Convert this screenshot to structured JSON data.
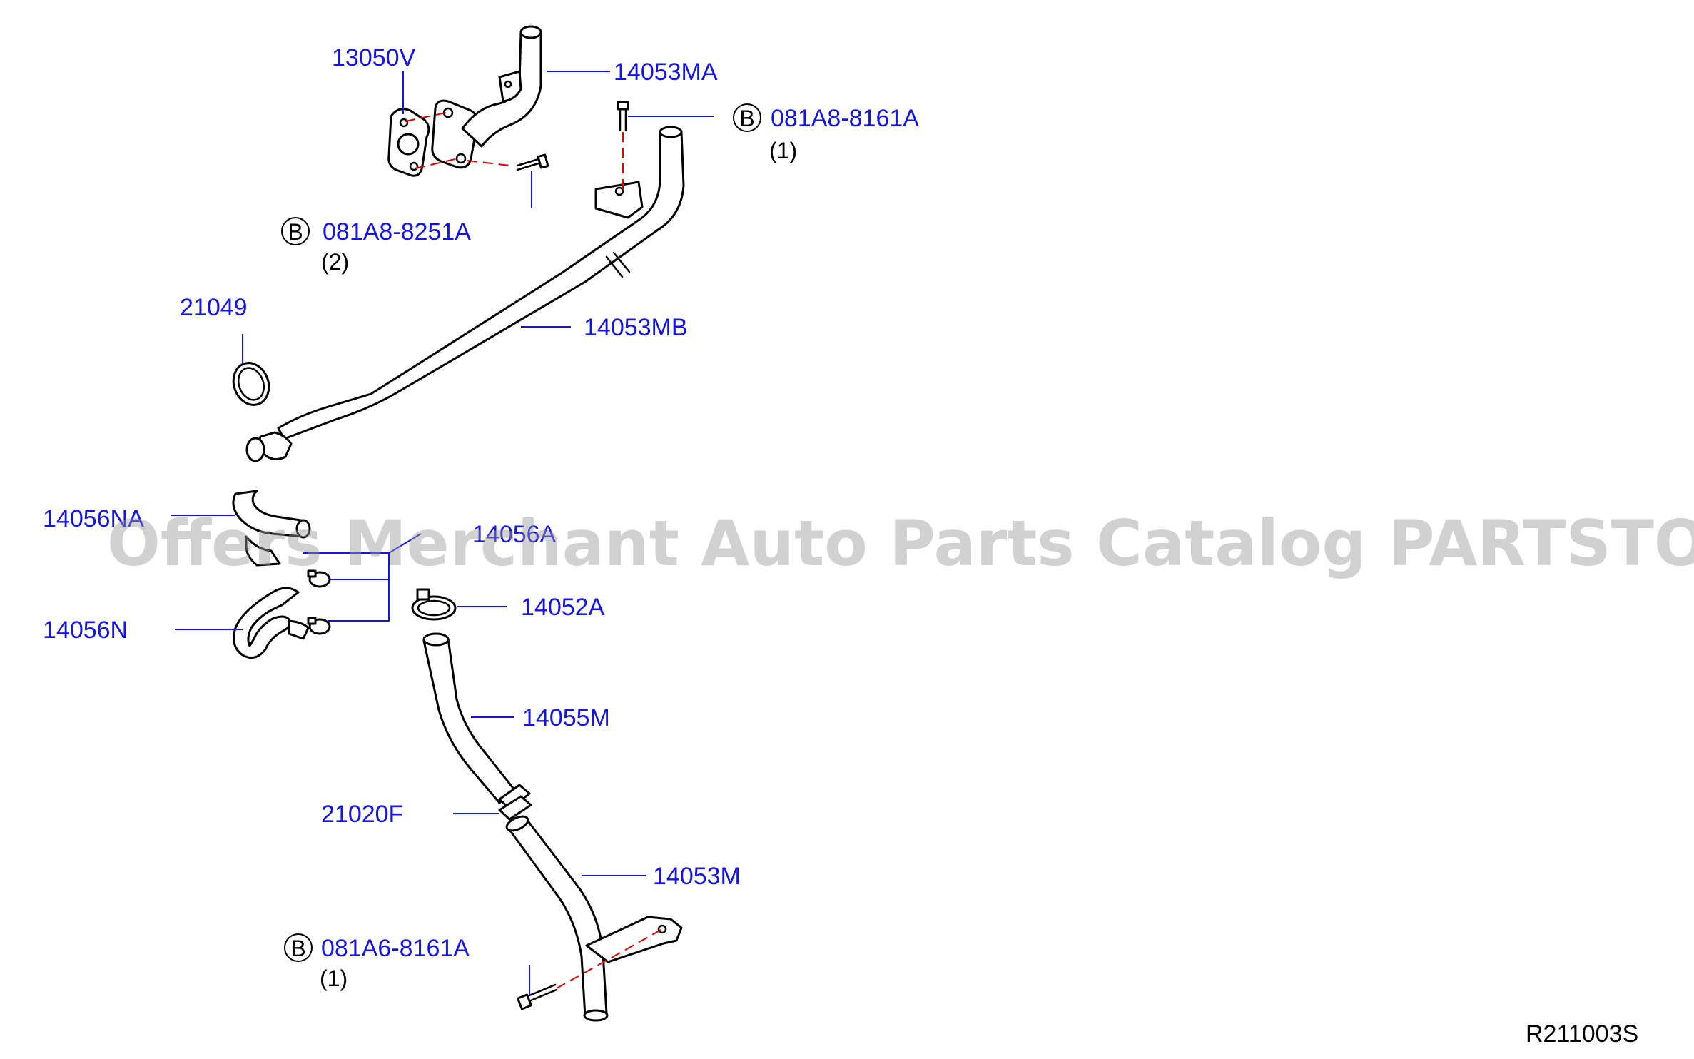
{
  "parts": {
    "p13050V": "13050V",
    "p14053MA": "14053MA",
    "p081A8_8161A": "081A8-8161A",
    "p081A8_8161A_qty": "(1)",
    "p081A8_8251A": "081A8-8251A",
    "p081A8_8251A_qty": "(2)",
    "p21049": "21049",
    "p14053MB": "14053MB",
    "p14056NA": "14056NA",
    "p14056A": "14056A",
    "p14052A": "14052A",
    "p14056N": "14056N",
    "p14055M": "14055M",
    "p21020F": "21020F",
    "p14053M": "14053M",
    "p081A6_8161A": "081A6-8161A",
    "p081A6_8161A_qty": "(1)"
  },
  "bolt_marker": "B",
  "diagram_ref": "R211003S",
  "watermark": "Offers Merchant Auto Parts Catalog PARTSTORE.SA",
  "colors": {
    "label": "#1414e6",
    "leader": "#1414e6",
    "centerline": "#e00000",
    "line": "#000000"
  }
}
